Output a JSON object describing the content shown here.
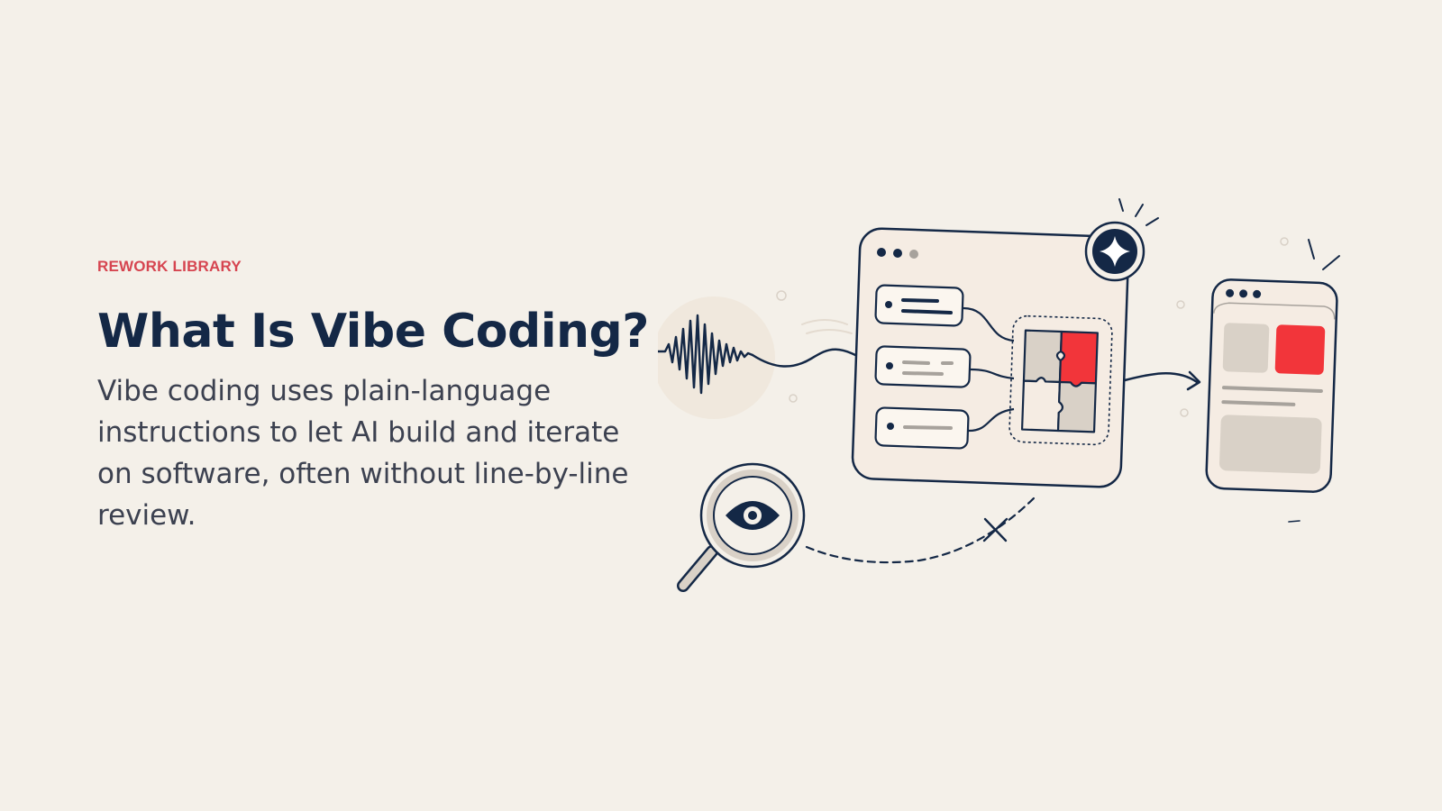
{
  "colors": {
    "background": "#f4f0e9",
    "navy": "#142846",
    "accent_red": "#f2353a",
    "eyebrow_red": "#d64550",
    "body_text": "#3c4150",
    "panel_fill": "#f5ece3",
    "muted_gray": "#d9d1c7"
  },
  "header": {
    "eyebrow": "REWORK LIBRARY",
    "title": "What Is Vibe Coding?",
    "description": "Vibe coding uses plain-language instructions to let AI build and iterate on software, often without line-by-line review."
  },
  "illustration": {
    "icons": [
      "waveform-icon",
      "sparkle-badge-icon",
      "puzzle-icon",
      "magnifier-eye-icon",
      "arrow-right-icon",
      "cross-icon"
    ]
  }
}
